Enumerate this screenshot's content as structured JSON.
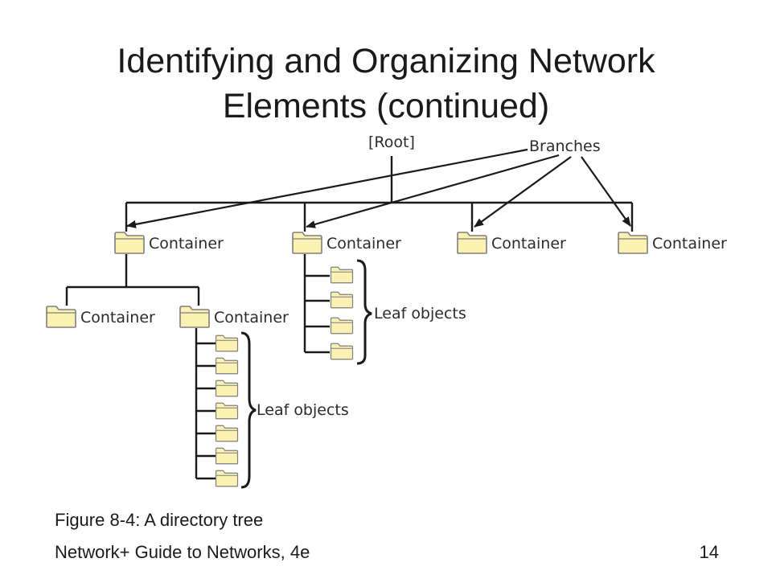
{
  "slide": {
    "title_line1": "Identifying and Organizing Network",
    "title_line2": "Elements (continued)",
    "caption": "Figure 8-4: A directory tree",
    "footer": "Network+ Guide to Networks, 4e",
    "page_number": "14"
  },
  "diagram": {
    "root_label": "[Root]",
    "branches_label": "Branches",
    "containers": [
      "Container",
      "Container",
      "Container",
      "Container"
    ],
    "sub_containers": [
      "Container",
      "Container"
    ],
    "leaf_label_upper": "Leaf objects",
    "leaf_label_lower": "Leaf objects",
    "leaf_count_upper": 4,
    "leaf_count_lower": 7,
    "folder_icon": "folder-icon",
    "folder_fill": "#fbf1b2",
    "folder_stroke": "#7f7f7f"
  }
}
